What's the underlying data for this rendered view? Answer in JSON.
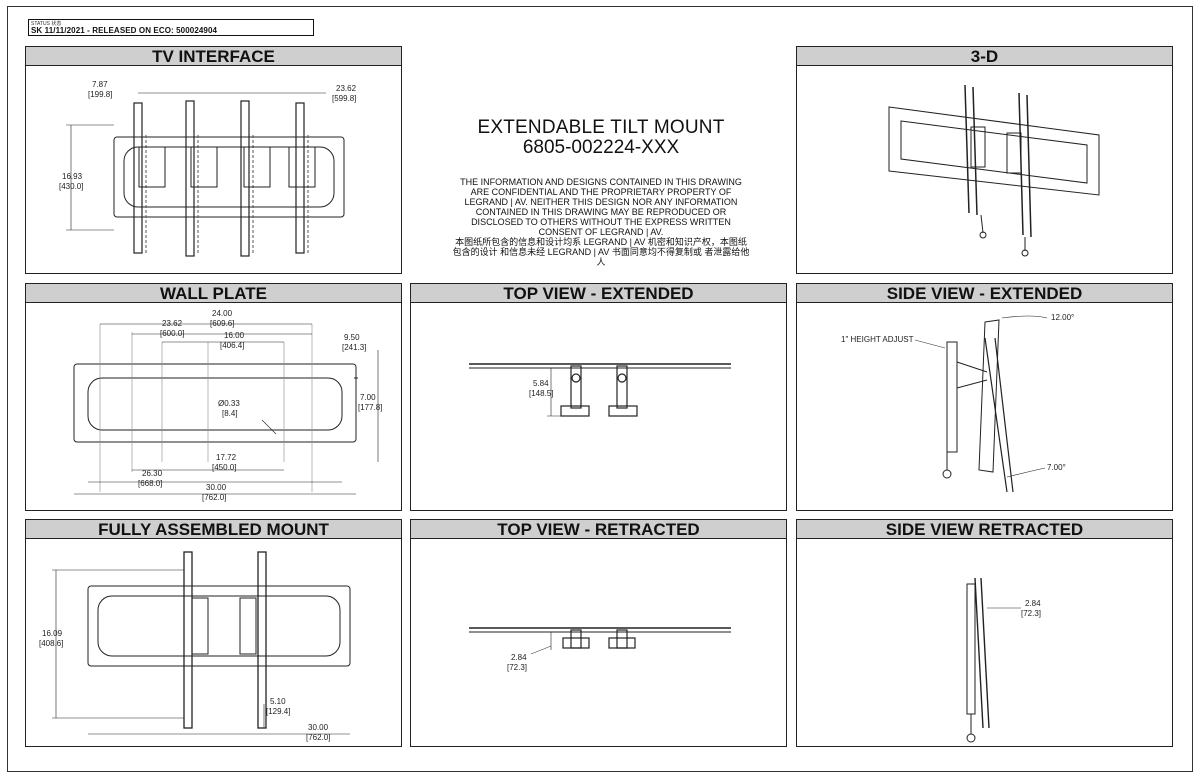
{
  "status": {
    "label": "STATUS 状态",
    "value": "SK 11/11/2021 - RELEASED ON ECO: 500024904"
  },
  "title": {
    "product": "EXTENDABLE TILT MOUNT",
    "part_number": "6805-002224-XXX"
  },
  "notice": {
    "english": "THE INFORMATION AND DESIGNS CONTAINED IN THIS DRAWING ARE CONFIDENTIAL AND THE PROPRIETARY PROPERTY OF LEGRAND | AV. NEITHER THIS DESIGN NOR ANY INFORMATION CONTAINED IN THIS DRAWING MAY BE REPRODUCED OR DISCLOSED TO OTHERS WITHOUT THE EXPRESS WRITTEN  CONSENT OF LEGRAND | AV.",
    "chinese": "本图纸所包含的信息和设计均系 LEGRAND | AV 机密和知识产权，本图纸包含的设计 和信息未经 LEGRAND | AV 书面同意均不得复制或 者泄露给他人"
  },
  "panels": {
    "tv_interface": {
      "title": "TV INTERFACE",
      "dims": {
        "width_in": "7.87",
        "width_mm": "[199.8]",
        "max_in": "23.62",
        "max_mm": "[599.8]",
        "height_in": "16.93",
        "height_mm": "[430.0]"
      }
    },
    "three_d": {
      "title": "3-D"
    },
    "wall_plate": {
      "title": "WALL PLATE",
      "dims": {
        "a_in": "24.00",
        "a_mm": "[609.6]",
        "b_in": "23.62",
        "b_mm": "[600.0]",
        "c_in": "16.00",
        "c_mm": "[406.4]",
        "d_in": "9.50",
        "d_mm": "[241.3]",
        "e_in": "7.00",
        "e_mm": "[177.8]",
        "hole_in": "Ø0.33",
        "hole_mm": "[8.4]",
        "f_in": "17.72",
        "f_mm": "[450.0]",
        "g_in": "26.30",
        "g_mm": "[668.0]",
        "h_in": "30.00",
        "h_mm": "[762.0]"
      }
    },
    "top_extended": {
      "title": "TOP VIEW - EXTENDED",
      "dims": {
        "depth_in": "5.84",
        "depth_mm": "[148.5]"
      }
    },
    "side_extended": {
      "title": "SIDE VIEW - EXTENDED",
      "dims": {
        "height_adjust": "1\" HEIGHT ADJUST",
        "tilt_up": "12.00°",
        "tilt_down": "7.00°"
      }
    },
    "fully_assembled": {
      "title": "FULLY ASSEMBLED MOUNT",
      "dims": {
        "height_in": "16.09",
        "height_mm": "[408.6]",
        "depth_in": "5.10",
        "depth_mm": "[129.4]",
        "width_in": "30.00",
        "width_mm": "[762.0]"
      }
    },
    "top_retracted": {
      "title": "TOP VIEW - RETRACTED",
      "dims": {
        "depth_in": "2.84",
        "depth_mm": "[72.3]"
      }
    },
    "side_retracted": {
      "title": "SIDE VIEW RETRACTED",
      "dims": {
        "depth_in": "2.84",
        "depth_mm": "[72.3]"
      }
    }
  }
}
